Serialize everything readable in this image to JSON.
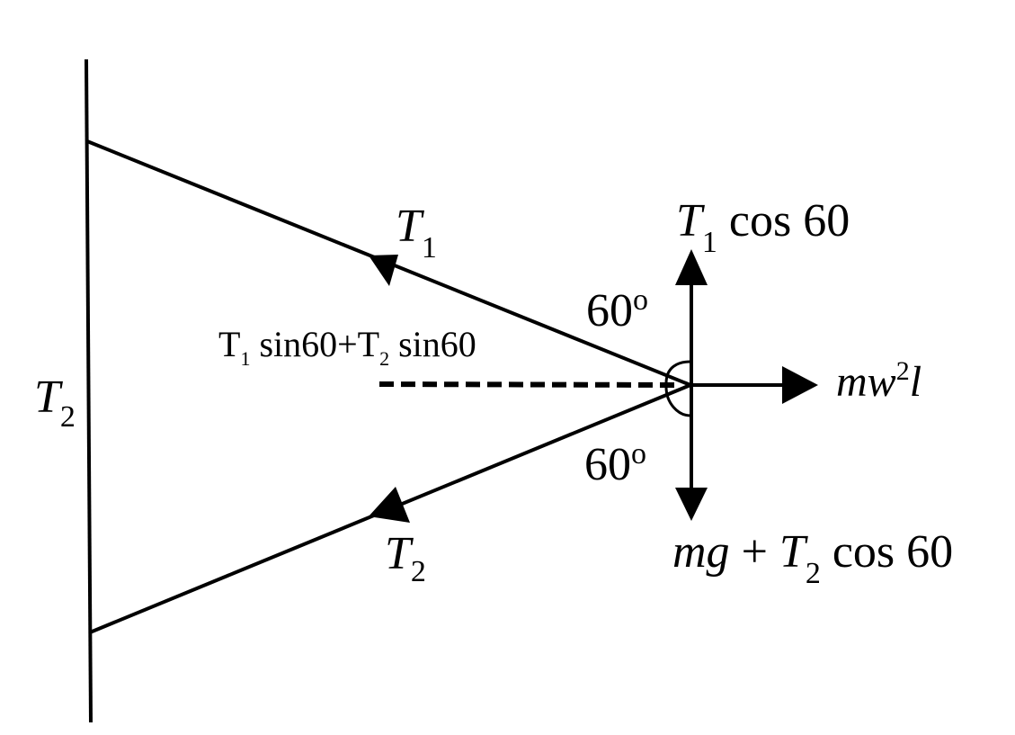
{
  "diagram": {
    "labels": {
      "wall_tension": {
        "base": "T",
        "sub": "2"
      },
      "upper_string": {
        "base": "T",
        "sub": "1"
      },
      "lower_string": {
        "base": "T",
        "sub": "2"
      },
      "upward_force": {
        "base": "T",
        "sub": "1",
        "rest": " cos 60"
      },
      "downward_force": {
        "mg": "mg",
        "plus": " + ",
        "base": "T",
        "sub": "2",
        "rest": " cos 60"
      },
      "horizontal_force": {
        "m": "mw",
        "sup": "2",
        "l": "l"
      },
      "upper_angle": {
        "value": "60",
        "sup": "o"
      },
      "lower_angle": {
        "value": "60",
        "sup": "o"
      },
      "resultant": {
        "t1": "T",
        "s1": "1",
        "mid": " sin60+T",
        "s2": "2",
        "end": " sin60"
      }
    },
    "colors": {
      "stroke": "#000000",
      "background": "#ffffff"
    }
  }
}
